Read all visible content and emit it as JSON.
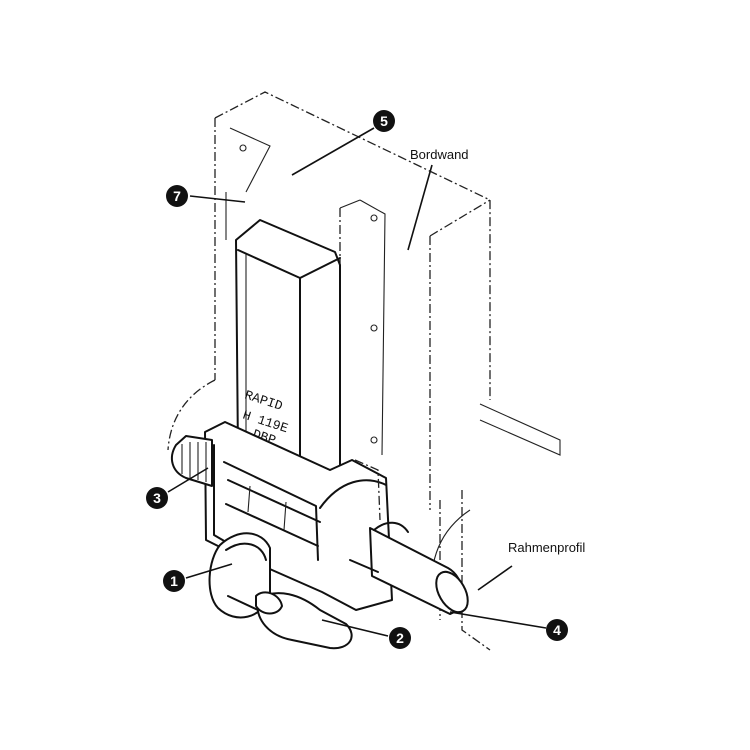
{
  "labels": {
    "bordwand": "Bordwand",
    "rahmenprofil": "Rahmenprofil"
  },
  "stamp_lines": [
    "RAPID",
    "H 119E",
    "DBP"
  ],
  "callouts": [
    "1",
    "2",
    "3",
    "4",
    "5",
    "7"
  ],
  "colors": {
    "ink": "#111111",
    "background": "#ffffff"
  }
}
